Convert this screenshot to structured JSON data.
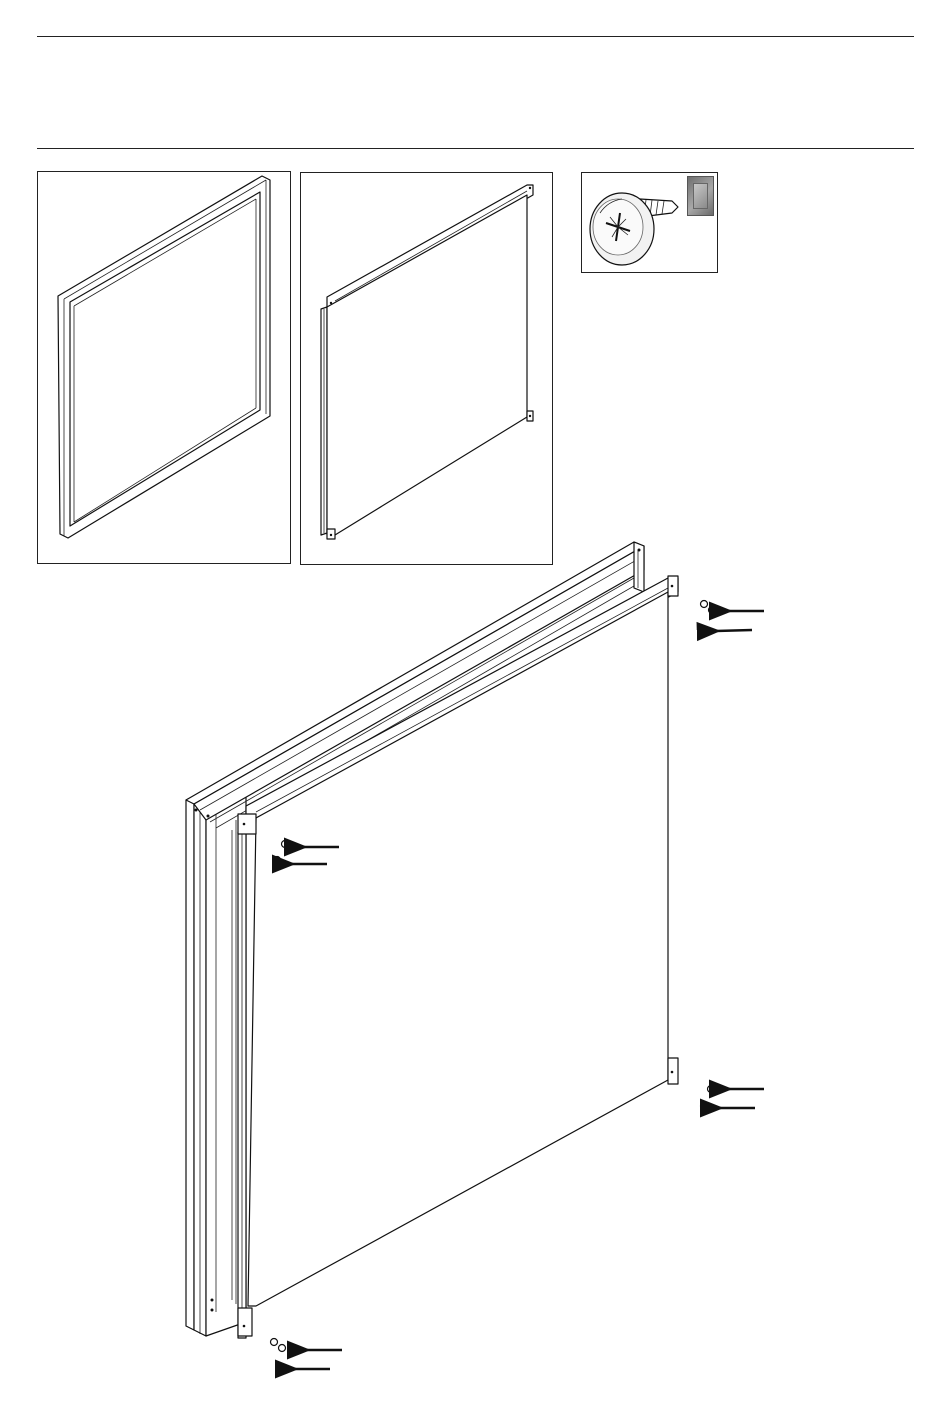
{
  "page": {
    "background": "#ffffff",
    "line_color": "#222222"
  },
  "parts": [
    {
      "name": "frame",
      "icon": "door-frame-icon"
    },
    {
      "name": "panel",
      "icon": "door-panel-icon"
    },
    {
      "name": "screw",
      "icon": "screw-icon",
      "count_marker": "gray-swatch-icon",
      "swatch_color": "#8a8a8a"
    }
  ],
  "assembly": {
    "icon": "assembly-diagram-icon",
    "screw_groups": [
      "top-right",
      "top-left",
      "bottom-right",
      "bottom-left"
    ]
  }
}
